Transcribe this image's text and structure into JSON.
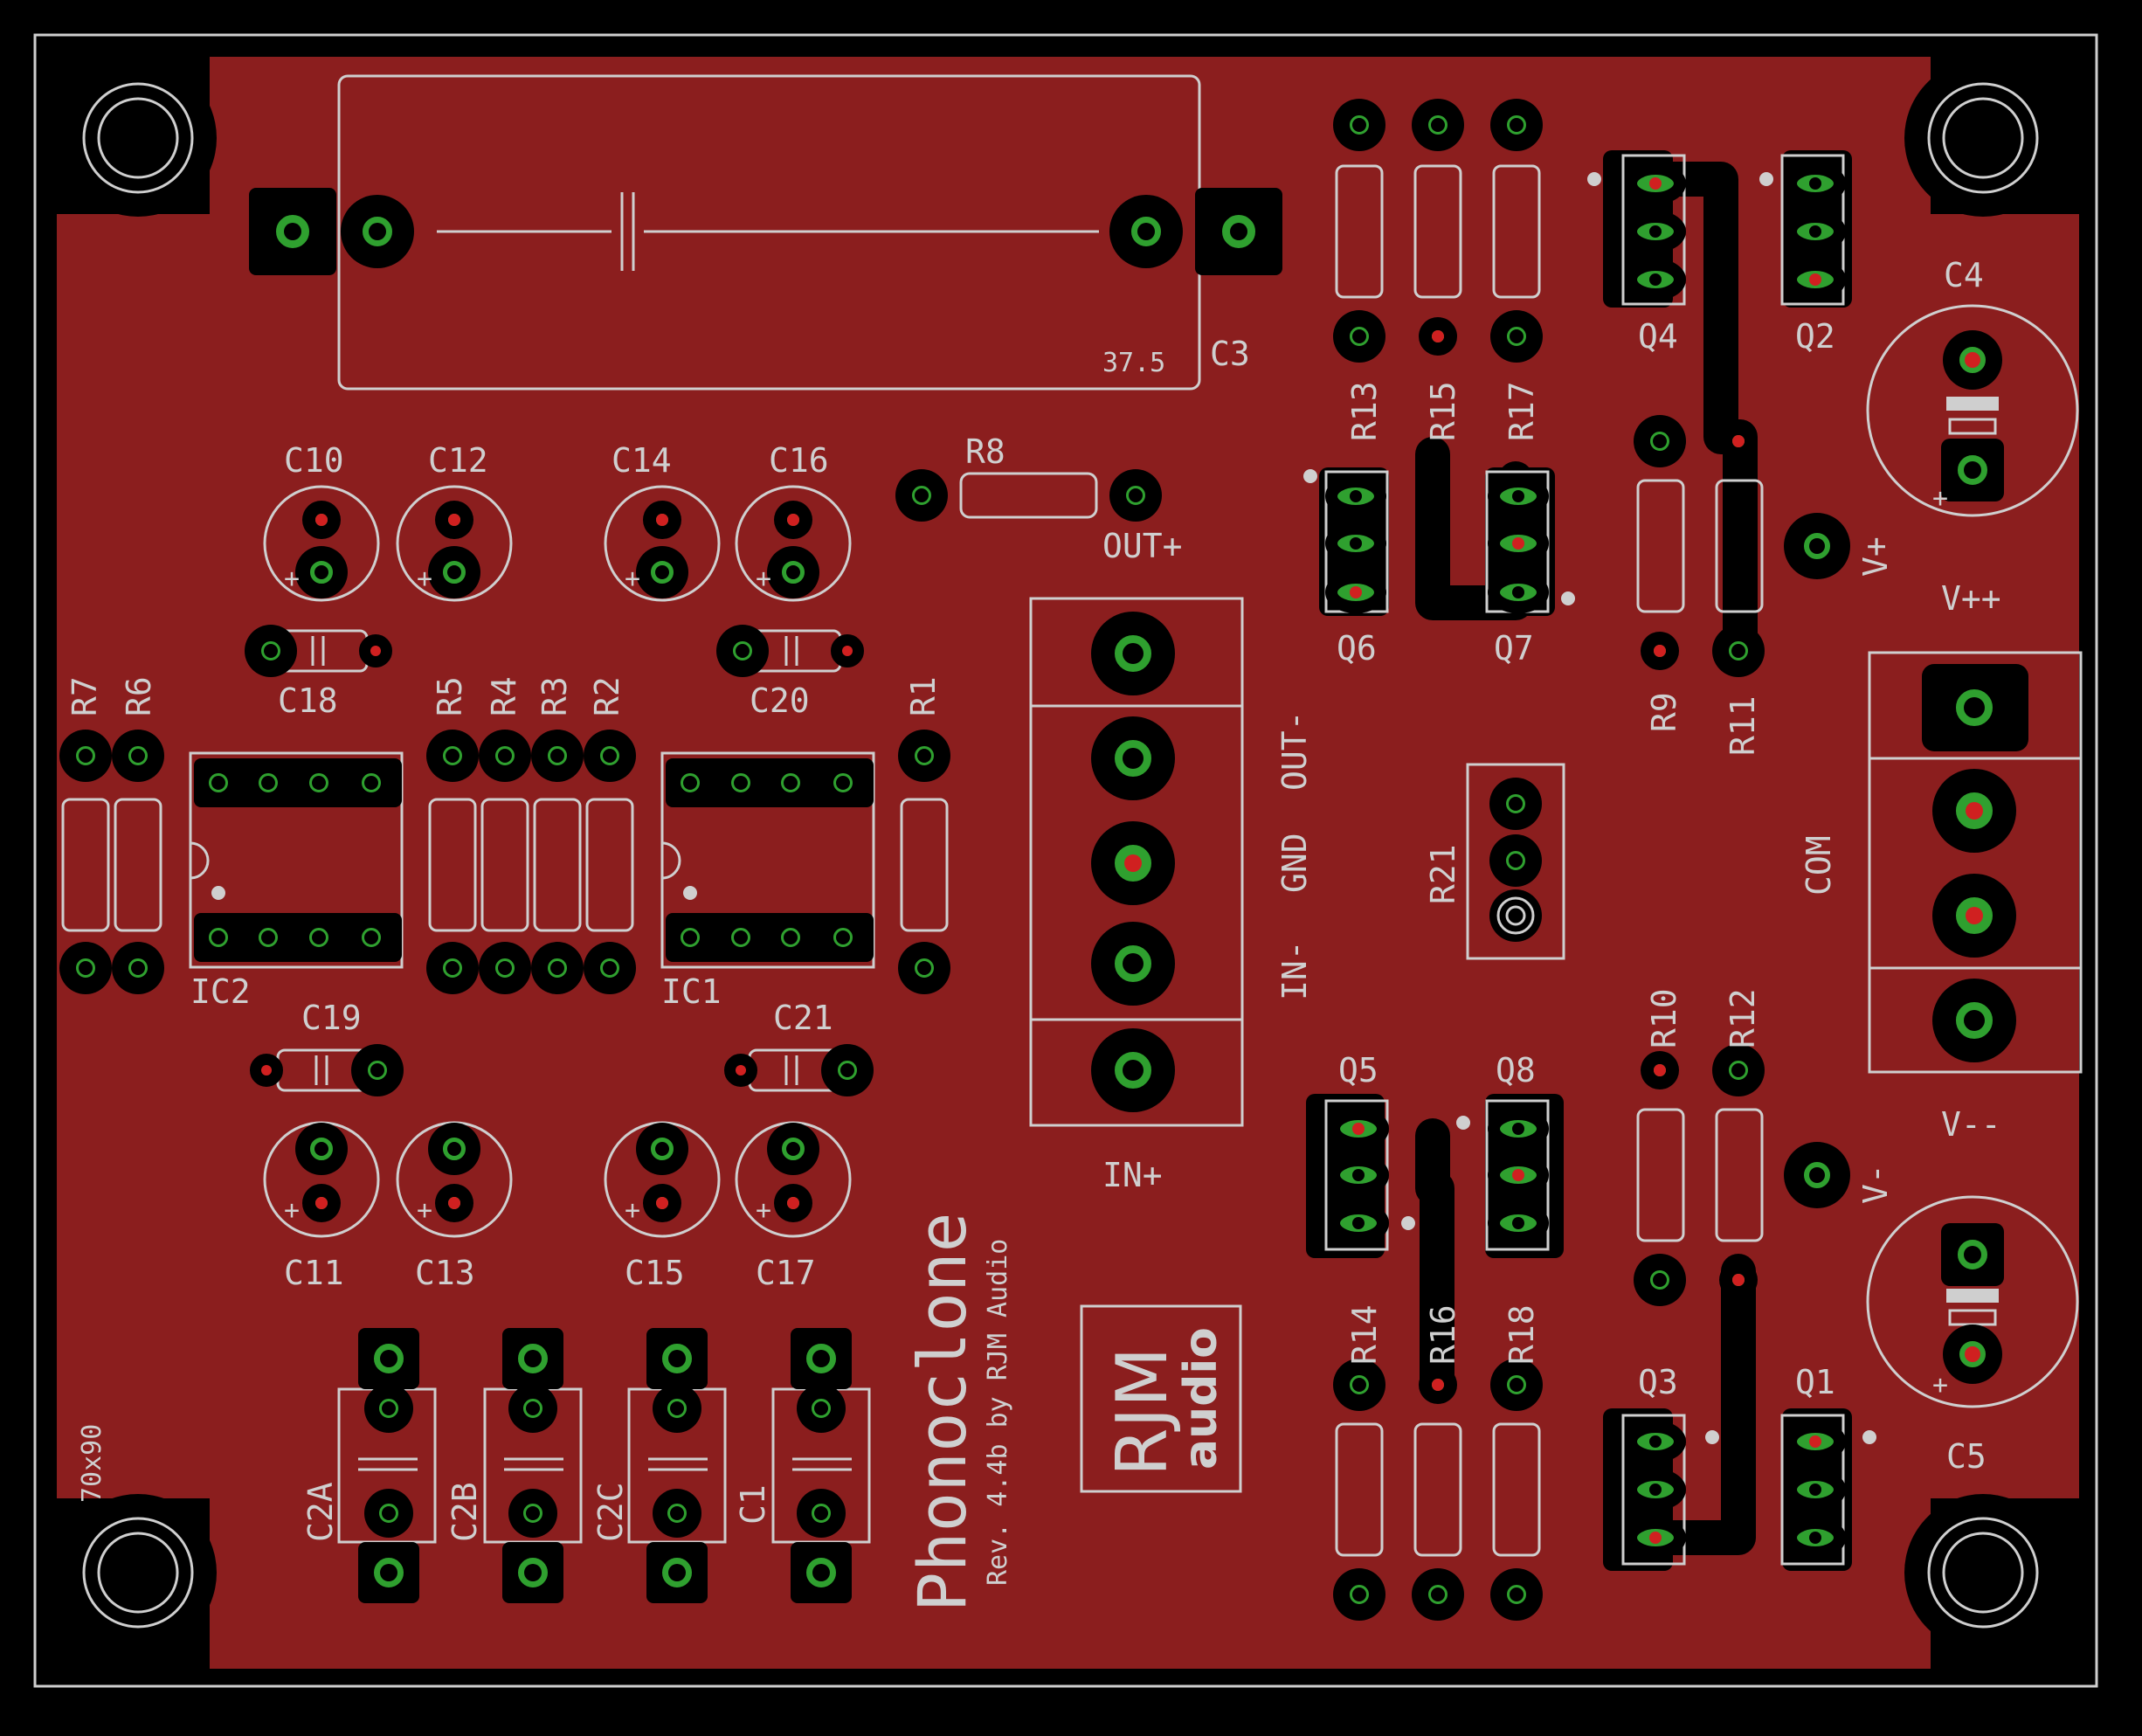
{
  "board": {
    "size_label": "70x90",
    "title": "Phonoclone",
    "revision": "Rev. 4.4b by RJM Audio",
    "logo": {
      "line1": "RJM",
      "line2": "audio"
    },
    "colors": {
      "copper": "#8b1e1e",
      "pad": "#2fa02f",
      "silk": "#cfcfcf",
      "background": "#000000"
    }
  },
  "labels": {
    "C3": "C3",
    "C3_value": "37.5",
    "C10": "C10",
    "C12": "C12",
    "C14": "C14",
    "C16": "C16",
    "C11": "C11",
    "C13": "C13",
    "C15": "C15",
    "C17": "C17",
    "C18": "C18",
    "C19": "C19",
    "C20": "C20",
    "C21": "C21",
    "C4": "C4",
    "C5": "C5",
    "C2A": "C2A",
    "C2B": "C2B",
    "C2C": "C2C",
    "C1": "C1",
    "R1": "R1",
    "R2": "R2",
    "R3": "R3",
    "R4": "R4",
    "R5": "R5",
    "R6": "R6",
    "R7": "R7",
    "R8": "R8",
    "R9": "R9",
    "R10": "R10",
    "R11": "R11",
    "R12": "R12",
    "R13": "R13",
    "R14": "R14",
    "R15": "R15",
    "R16": "R16",
    "R17": "R17",
    "R18": "R18",
    "R21": "R21",
    "IC1": "IC1",
    "IC2": "IC2",
    "Q1": "Q1",
    "Q2": "Q2",
    "Q3": "Q3",
    "Q4": "Q4",
    "Q5": "Q5",
    "Q6": "Q6",
    "Q7": "Q7",
    "Q8": "Q8",
    "OUT_plus": "OUT+",
    "IN_plus": "IN+",
    "IN_minus": "IN-",
    "GND": "GND",
    "OUT_minus": "OUT-",
    "V_plus": "V+",
    "V_minus": "V-",
    "V_plusplus": "V++",
    "V_minusminus": "V--",
    "COM": "COM",
    "plus": "+"
  }
}
